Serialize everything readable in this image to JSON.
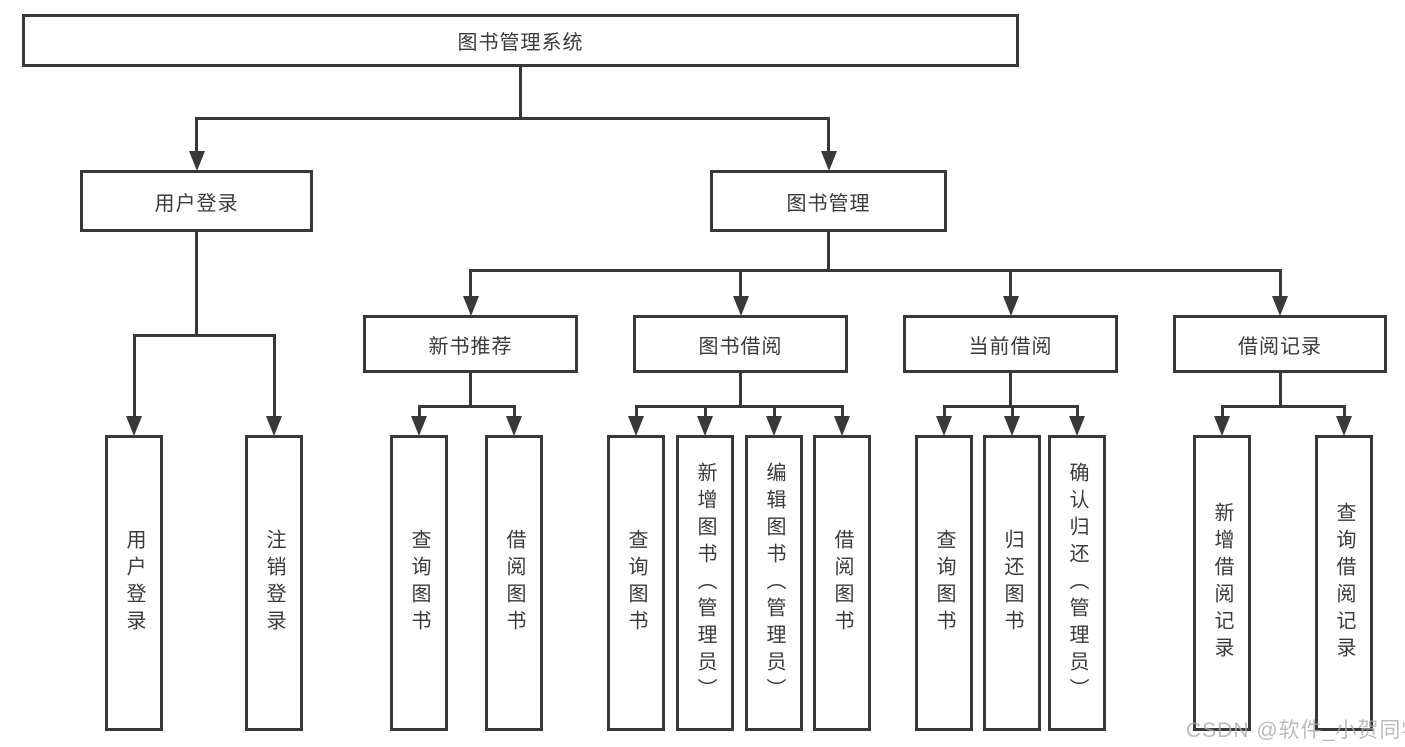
{
  "nodes": [
    {
      "id": "root",
      "label": "图书管理系统"
    },
    {
      "id": "user-login",
      "label": "用户登录"
    },
    {
      "id": "book-management",
      "label": "图书管理"
    },
    {
      "id": "user-login-leaf",
      "label": "用户登录"
    },
    {
      "id": "logout",
      "label": "注销登录"
    },
    {
      "id": "new-book-recommend",
      "label": "新书推荐"
    },
    {
      "id": "book-borrow",
      "label": "图书借阅"
    },
    {
      "id": "current-borrow",
      "label": "当前借阅"
    },
    {
      "id": "borrow-records",
      "label": "借阅记录"
    },
    {
      "id": "query-books-1",
      "label": "查询图书"
    },
    {
      "id": "borrow-books-1",
      "label": "借阅图书"
    },
    {
      "id": "query-books-2",
      "label": "查询图书"
    },
    {
      "id": "add-books",
      "label": "新增图书（管理员）"
    },
    {
      "id": "edit-books",
      "label": "编辑图书（管理员）"
    },
    {
      "id": "borrow-books-2",
      "label": "借阅图书"
    },
    {
      "id": "query-books-3",
      "label": "查询图书"
    },
    {
      "id": "return-books",
      "label": "归还图书"
    },
    {
      "id": "confirm-return",
      "label": "确认归还（管理员）"
    },
    {
      "id": "add-borrow-record",
      "label": "新增借阅记录"
    },
    {
      "id": "query-borrow-record",
      "label": "查询借阅记录"
    }
  ],
  "edges": [
    {
      "parent": "root",
      "children": [
        "user-login",
        "book-management"
      ]
    },
    {
      "parent": "user-login",
      "children": [
        "user-login-leaf",
        "logout"
      ]
    },
    {
      "parent": "book-management",
      "children": [
        "new-book-recommend",
        "book-borrow",
        "current-borrow",
        "borrow-records"
      ]
    },
    {
      "parent": "new-book-recommend",
      "children": [
        "query-books-1",
        "borrow-books-1"
      ]
    },
    {
      "parent": "book-borrow",
      "children": [
        "query-books-2",
        "add-books",
        "edit-books",
        "borrow-books-2"
      ]
    },
    {
      "parent": "current-borrow",
      "children": [
        "query-books-3",
        "return-books",
        "confirm-return"
      ]
    },
    {
      "parent": "borrow-records",
      "children": [
        "add-borrow-record",
        "query-borrow-record"
      ]
    }
  ],
  "watermark": "CSDN @软件_小贺同学",
  "colors": {
    "background": "#ffffff",
    "line": "#383838",
    "text": "#3a3a3a",
    "watermark": "#a9a9a9"
  }
}
